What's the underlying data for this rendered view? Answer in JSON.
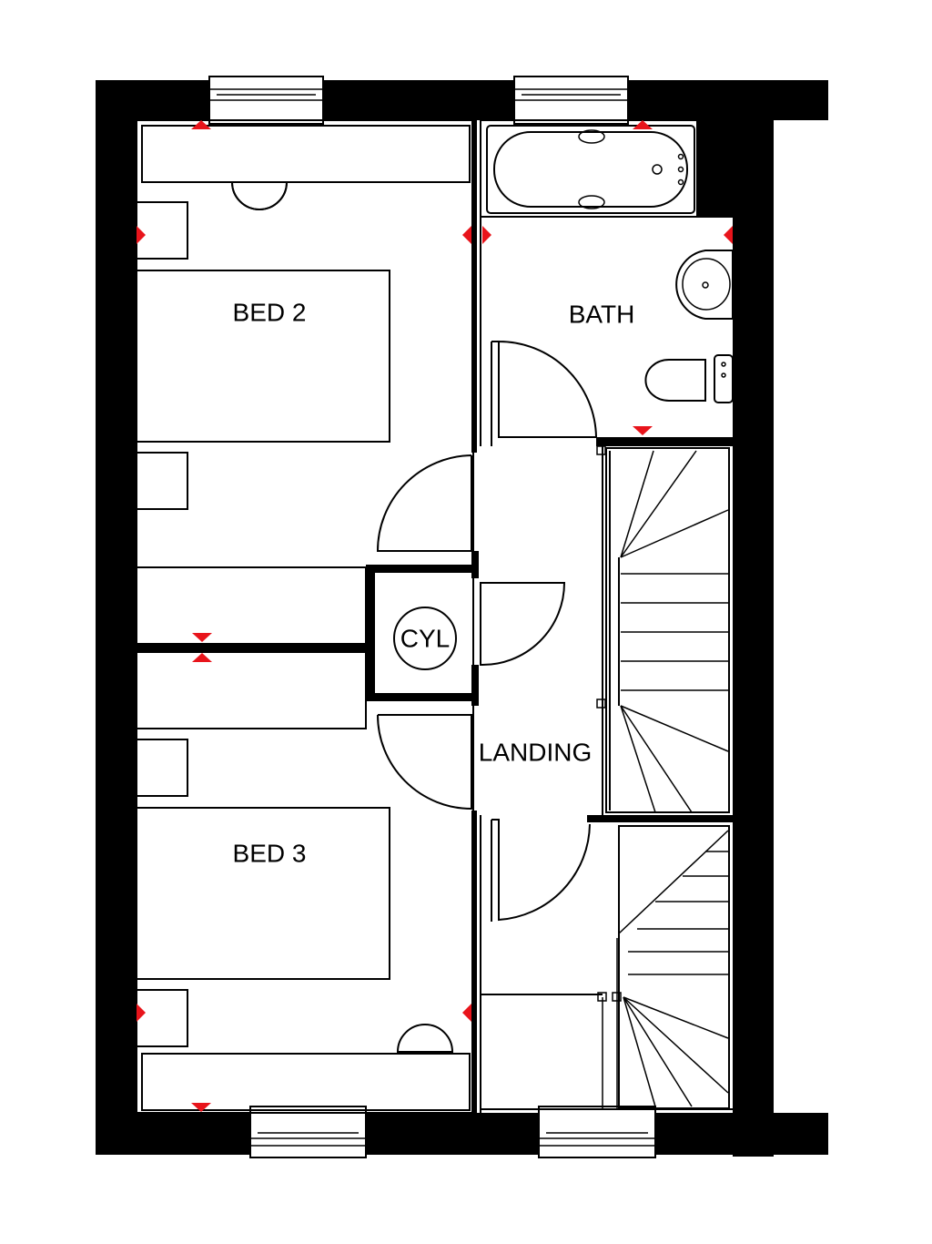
{
  "rooms": {
    "bed2": "BED 2",
    "bath": "BATH",
    "cyl": "CYL",
    "landing": "LANDING",
    "bed3": "BED 3"
  },
  "colors": {
    "wall": "#000000",
    "background": "#ffffff",
    "marker": "#e8141b"
  }
}
